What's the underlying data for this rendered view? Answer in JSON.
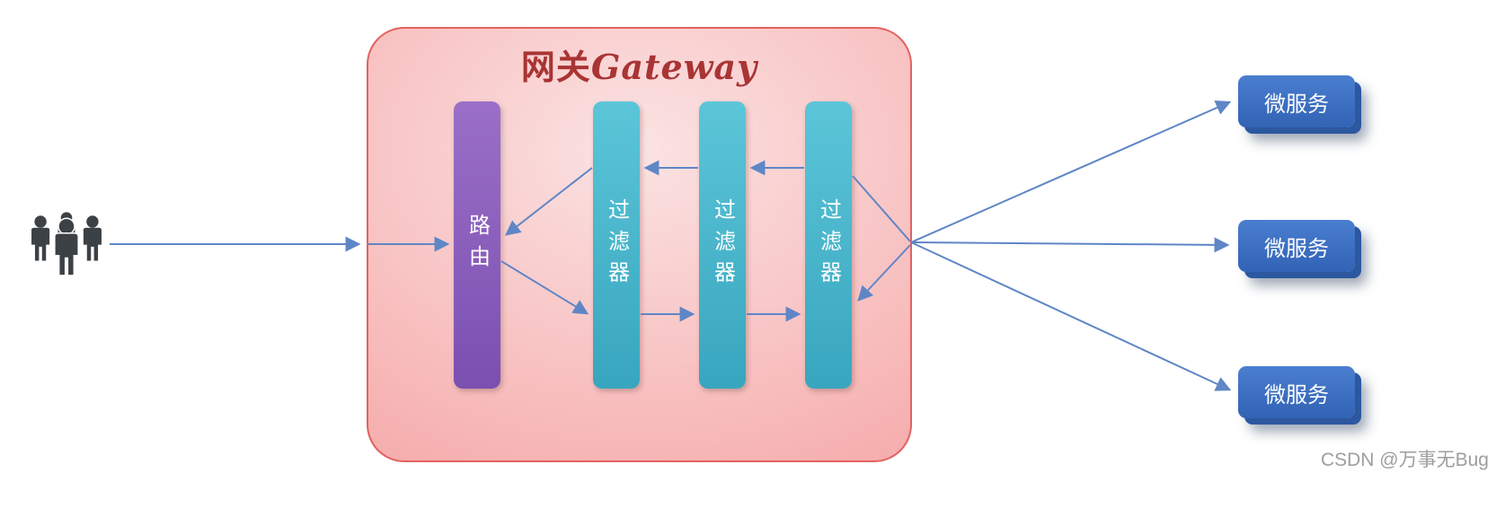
{
  "gateway": {
    "title_zh": "网关",
    "title_en": "Gateway",
    "route_label": "路由",
    "filters": [
      {
        "label": "过滤器"
      },
      {
        "label": "过滤器"
      },
      {
        "label": "过滤器"
      }
    ]
  },
  "services": [
    {
      "label": "微服务"
    },
    {
      "label": "微服务"
    },
    {
      "label": "微服务"
    }
  ],
  "users_icon": "users-group",
  "watermark": "CSDN @万事无Bug",
  "colors": {
    "gateway_border": "#e2625f",
    "gateway_fill_center": "#fbe3e3",
    "gateway_fill_edge": "#f49a9a",
    "title": "#a93434",
    "route_bar": "#7b4fb0",
    "filter_bar": "#38a6bf",
    "service_card": "#3263b5",
    "service_stack": "#2c58a0",
    "arrow": "#5f86c6",
    "users_icon": "#3c4146",
    "watermark_text": "#9e9e9e"
  }
}
